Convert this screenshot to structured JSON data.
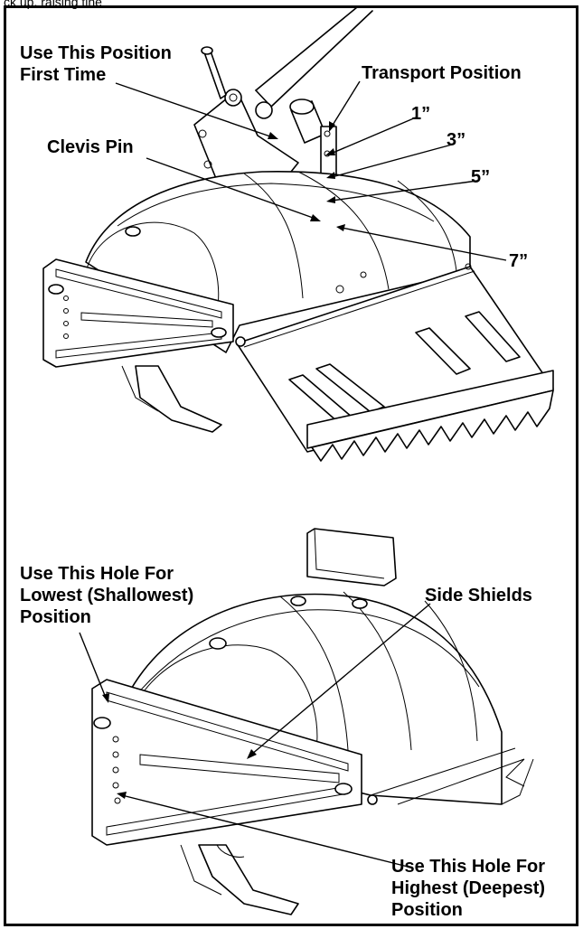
{
  "top_fragment": "ck up, raising tine",
  "labels": {
    "use_position_first_line1": "Use This Position",
    "use_position_first_line2": "First Time",
    "transport_position": "Transport Position",
    "hole_1": "1”",
    "hole_3": "3”",
    "hole_5": "5”",
    "hole_7": "7”",
    "clevis_pin": "Clevis Pin",
    "lowest_line1": "Use This Hole For",
    "lowest_line2": "Lowest (Shallowest)",
    "lowest_line3": "Position",
    "side_shields": "Side Shields",
    "highest_line1": "Use This Hole For",
    "highest_line2": "Highest (Deepest)",
    "highest_line3": "Position"
  },
  "colors": {
    "ink": "#000000",
    "paper": "#ffffff"
  }
}
